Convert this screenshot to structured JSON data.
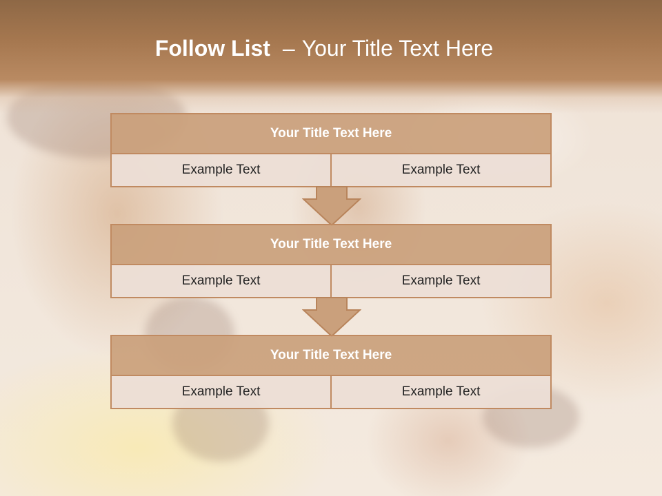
{
  "slide": {
    "title_bold": "Follow List",
    "title_dash": "–",
    "title_rest": "Your Title Text Here"
  },
  "blocks": [
    {
      "title": "Your Title Text Here",
      "left": "Example Text",
      "right": "Example Text"
    },
    {
      "title": "Your Title Text Here",
      "left": "Example Text",
      "right": "Example Text"
    },
    {
      "title": "Your Title Text Here",
      "left": "Example Text",
      "right": "Example Text"
    }
  ],
  "colors": {
    "header_band": "#a5774f",
    "block_title_bg": "#caa07c",
    "block_cell_bg": "#ecded6",
    "border": "#c08a61"
  },
  "icons": [
    "arrow-down-icon",
    "arrow-down-icon"
  ]
}
